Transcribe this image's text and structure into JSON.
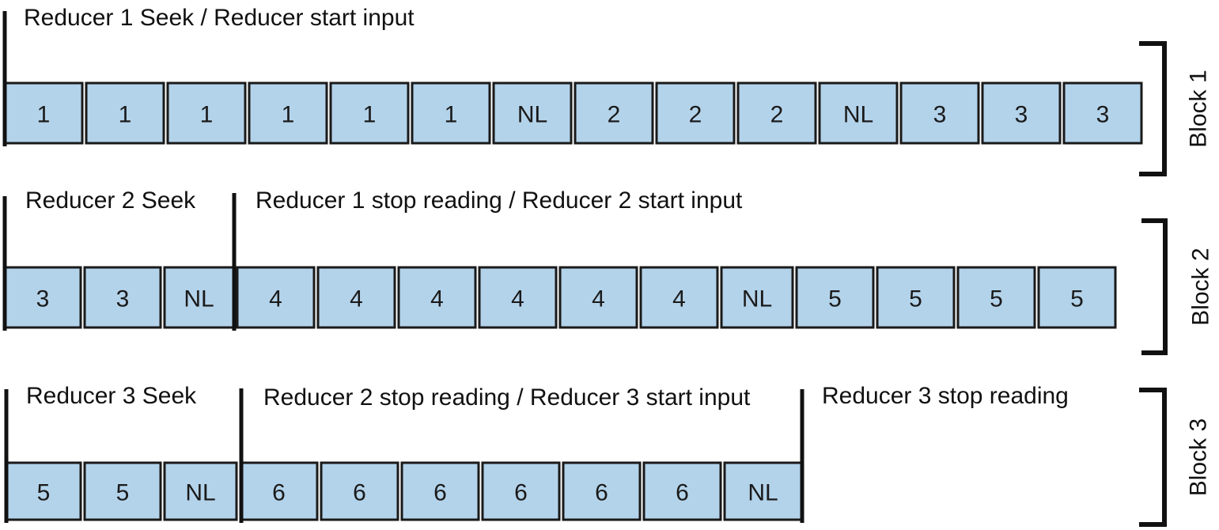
{
  "blocks": [
    {
      "label": "Block 1",
      "cells": [
        "1",
        "1",
        "1",
        "1",
        "1",
        "1",
        "NL",
        "2",
        "2",
        "2",
        "NL",
        "3",
        "3",
        "3"
      ],
      "markers": [
        {
          "text": "Reducer 1 Seek / Reducer start input"
        }
      ]
    },
    {
      "label": "Block 2",
      "cells": [
        "3",
        "3",
        "NL",
        "4",
        "4",
        "4",
        "4",
        "4",
        "4",
        "NL",
        "5",
        "5",
        "5",
        "5"
      ],
      "markers": [
        {
          "text": "Reducer 2 Seek"
        },
        {
          "text": "Reducer 1 stop reading / Reducer 2 start input"
        }
      ]
    },
    {
      "label": "Block 3",
      "cells": [
        "5",
        "5",
        "NL",
        "6",
        "6",
        "6",
        "6",
        "6",
        "6",
        "NL"
      ],
      "markers": [
        {
          "text": "Reducer 3 Seek"
        },
        {
          "text": "Reducer 2 stop reading / Reducer 3 start input"
        },
        {
          "text": "Reducer 3 stop reading"
        }
      ]
    }
  ]
}
